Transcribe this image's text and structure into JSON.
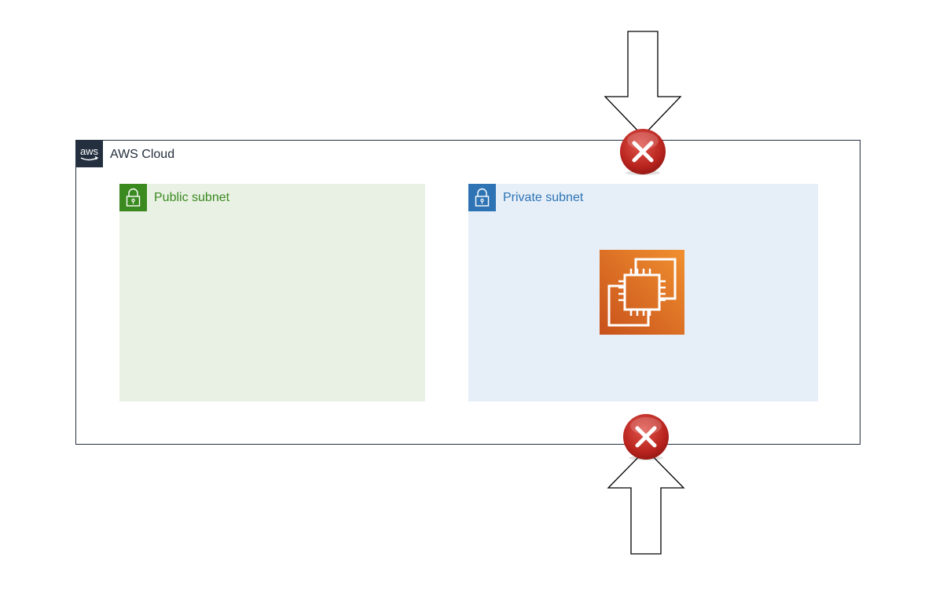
{
  "cloud": {
    "title": "AWS Cloud",
    "logo_icon": "aws-logo-icon",
    "border_color": "#232f3e"
  },
  "subnets": {
    "public": {
      "label": "Public subnet",
      "icon": "lock-icon",
      "color": "#3a8a20",
      "fill": "#e9f1e4"
    },
    "private": {
      "label": "Private subnet",
      "icon": "lock-icon",
      "color": "#2e74b5",
      "fill": "#e6eff8"
    }
  },
  "instance": {
    "icon": "ec2-instance-icon",
    "color": "#e07b24"
  },
  "traffic": [
    {
      "direction": "inbound-from-top",
      "icon": "deny-x-icon",
      "status": "blocked"
    },
    {
      "direction": "inbound-from-bottom",
      "icon": "deny-x-icon",
      "status": "blocked"
    }
  ],
  "deny_color": "#c0302b"
}
